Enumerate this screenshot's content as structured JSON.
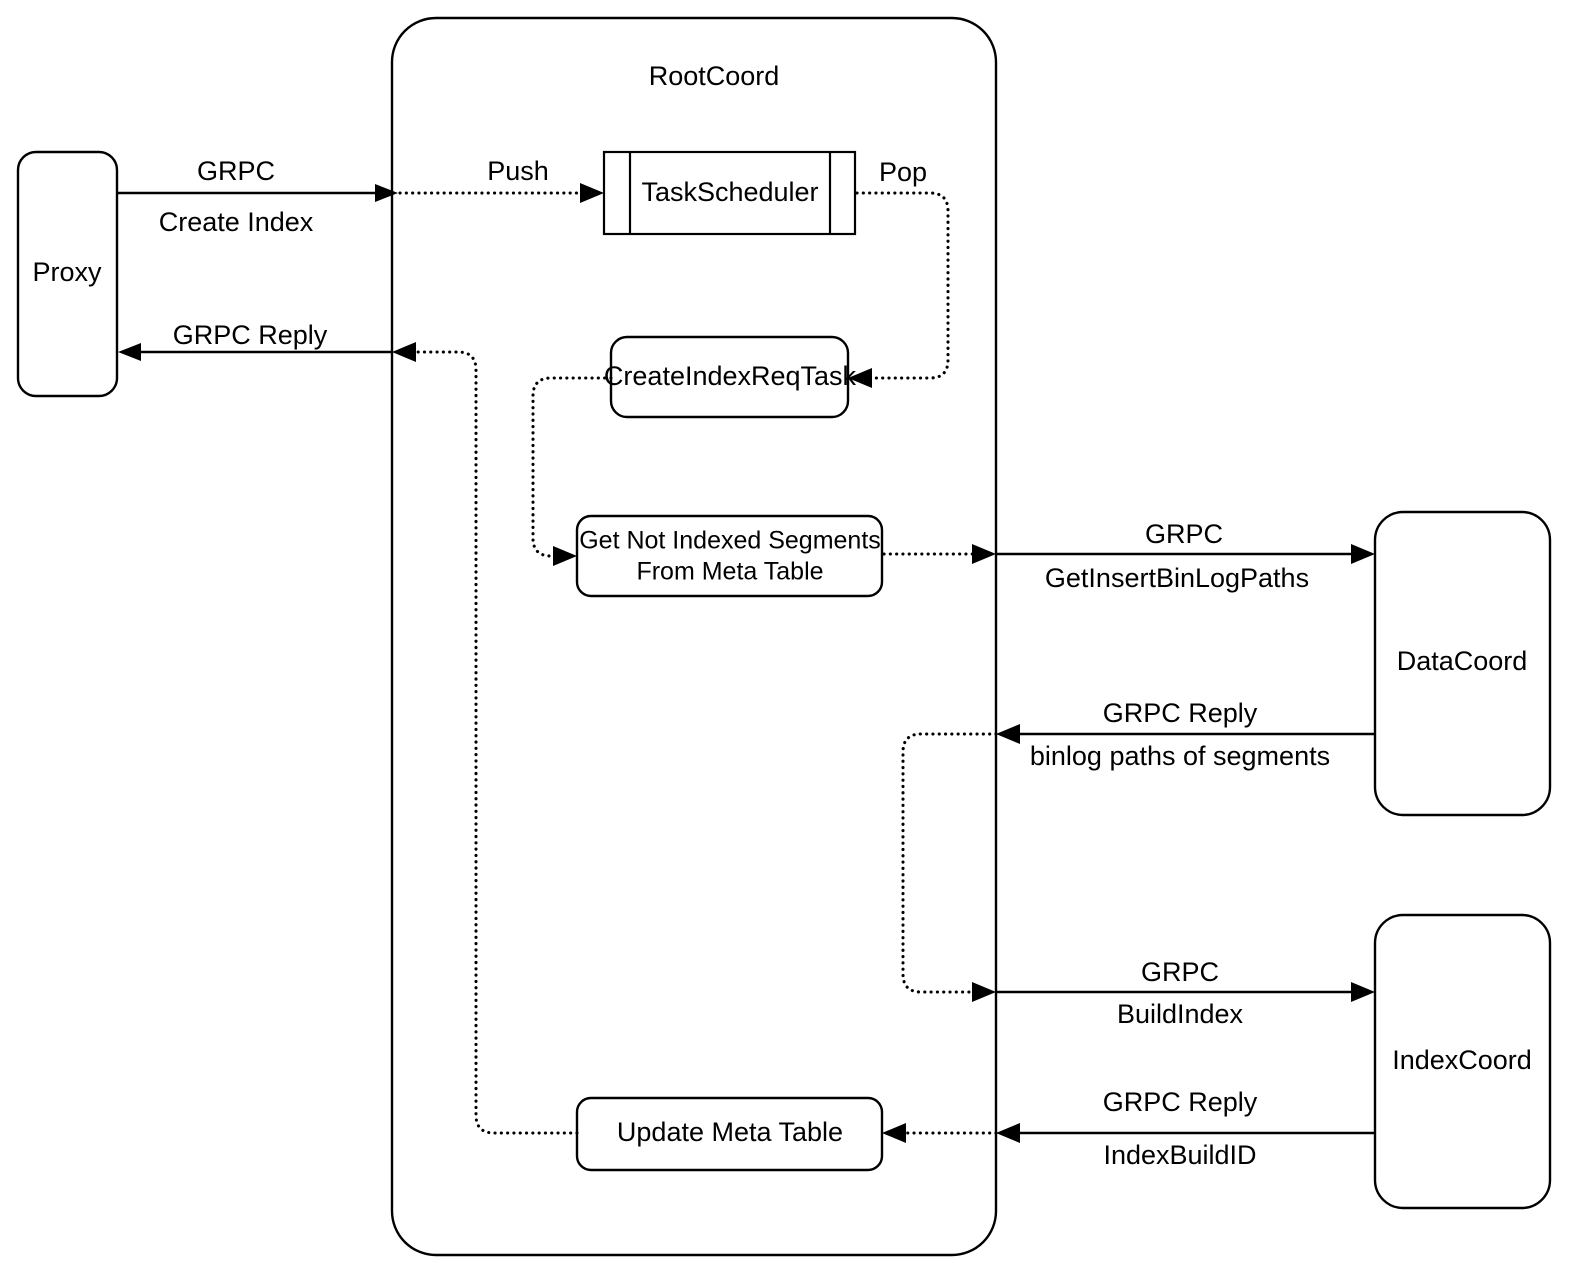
{
  "diagram": {
    "title": "Milvus Create Index Flow",
    "background_color": "#ffffff",
    "stroke_color": "#000000"
  },
  "containers": {
    "rootcoord": {
      "label": "RootCoord"
    }
  },
  "nodes": {
    "proxy": {
      "label": "Proxy"
    },
    "task_scheduler": {
      "label": "TaskScheduler"
    },
    "create_index_req_task": {
      "label": "CreateIndexReqTask"
    },
    "get_not_indexed_segments": {
      "line1": "Get Not Indexed Segments",
      "line2": "From Meta Table"
    },
    "update_meta_table": {
      "label": "Update Meta Table"
    },
    "datacoord": {
      "label": "DataCoord"
    },
    "indexcoord": {
      "label": "IndexCoord"
    }
  },
  "edges": {
    "proxy_to_rootcoord": {
      "line1": "GRPC",
      "line2": "Create Index"
    },
    "rootcoord_to_proxy": {
      "line1": "GRPC Reply"
    },
    "push": {
      "label": "Push"
    },
    "pop": {
      "label": "Pop"
    },
    "rootcoord_to_datacoord": {
      "line1": "GRPC",
      "line2": "GetInsertBinLogPaths"
    },
    "datacoord_to_rootcoord": {
      "line1": "GRPC Reply",
      "line2": "binlog paths of segments"
    },
    "rootcoord_to_indexcoord": {
      "line1": "GRPC",
      "line2": "BuildIndex"
    },
    "indexcoord_to_rootcoord": {
      "line1": "GRPC Reply",
      "line2": "IndexBuildID"
    }
  }
}
